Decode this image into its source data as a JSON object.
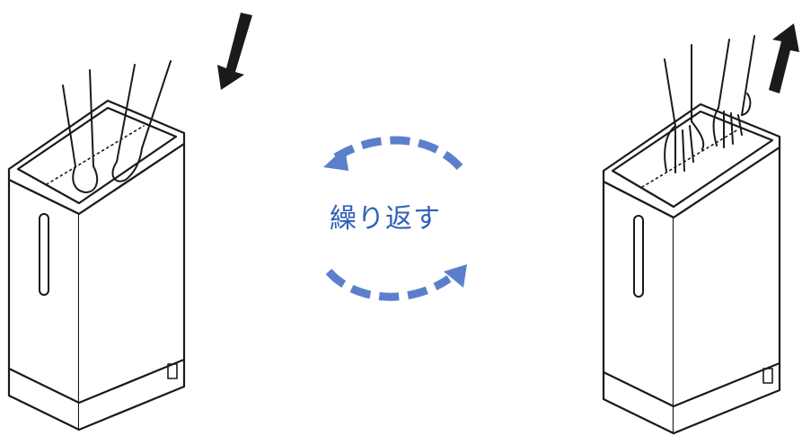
{
  "caption": "繰り返す",
  "colors": {
    "line": "#1a1a1a",
    "accent": "#5b7fcc",
    "caption": "#2f62b8"
  },
  "steps": [
    {
      "id": "push-down",
      "icon": "arrow-down-icon"
    },
    {
      "id": "lift-up",
      "icon": "arrow-up-icon"
    }
  ],
  "cycle_icon": "repeat-cycle-icon"
}
